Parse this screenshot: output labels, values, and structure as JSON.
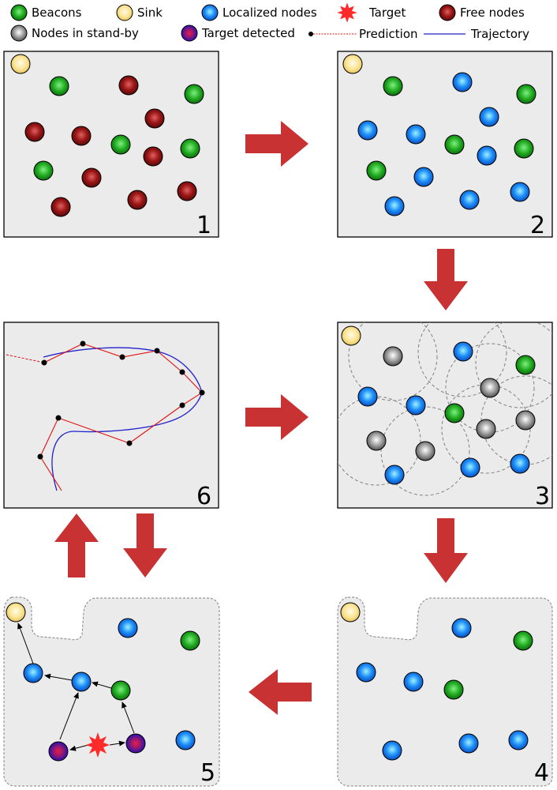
{
  "legend": {
    "beacons": "Beacons",
    "sink": "Sink",
    "localized": "Localized nodes",
    "target": "Target",
    "free": "Free nodes",
    "standby": "Nodes in stand-by",
    "target_detected": "Target detected",
    "prediction": "Prediction",
    "trajectory": "Trajectory"
  },
  "panels": {
    "p1": "1",
    "p2": "2",
    "p3": "3",
    "p4": "4",
    "p5": "5",
    "p6": "6"
  },
  "colors": {
    "beacon": "#22aa22",
    "sink": "#f8e08a",
    "localized": "#1a8cff",
    "free": "#a01818",
    "standby": "#909090",
    "detected": "#3a1aa8",
    "target": "#ff2a2a",
    "arrow": "#c83232",
    "panel_bg": "#ebebeb",
    "prediction": "#e01010",
    "trajectory": "#2222cc"
  }
}
